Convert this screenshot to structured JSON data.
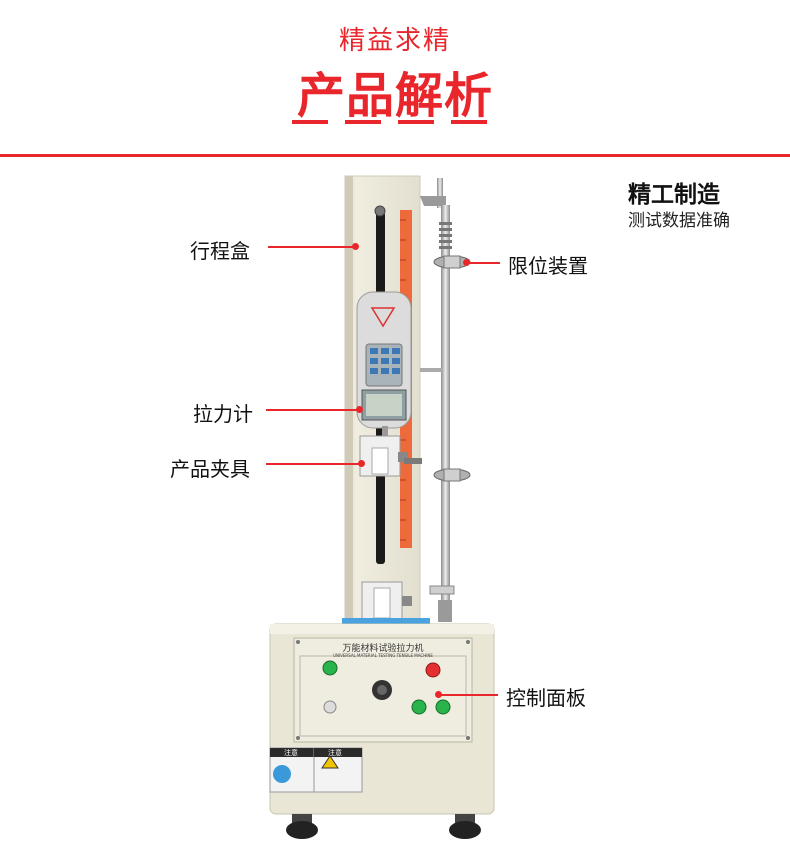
{
  "header": {
    "subtitle": "精益求精",
    "title": "产品解析"
  },
  "feature": {
    "heading": "精工制造",
    "subheading": "测试数据准确"
  },
  "callouts": {
    "travel_box": "行程盒",
    "limit_device": "限位装置",
    "force_gauge": "拉力计",
    "product_fixture": "产品夹具",
    "control_panel": "控制面板"
  },
  "machine": {
    "panel_title_cn": "万能材料试验拉力机",
    "panel_title_en": "UNIVERSAL MATERIAL TESTING TENSILE MACHINE",
    "notice_left": "注意",
    "notice_right": "注意"
  },
  "colors": {
    "accent": "#e8262b",
    "machine_body": "#e9e6d6",
    "scale": "#ee6a3a"
  }
}
